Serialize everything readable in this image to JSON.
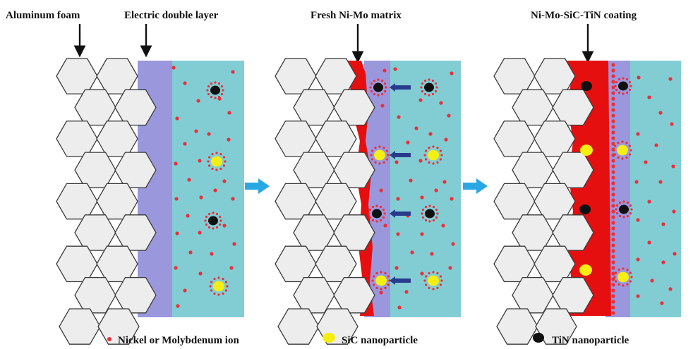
{
  "labels": {
    "aluminum_foam": "Aluminum foam",
    "electric_double_layer": "Electric double layer",
    "fresh_matrix": "Fresh Ni-Mo matrix",
    "coating": "Ni-Mo-SiC-TiN coating"
  },
  "legend": {
    "ion": "Nickel or Molybdenum ion",
    "sic": "SiC  nanoparticle",
    "tin": "TiN  nanoparticle"
  },
  "colors": {
    "foam_fill": "#ededed",
    "double_layer": "#9b97dd",
    "electrolyte": "#82cdd4",
    "matrix": "#e60f0f",
    "ion": "#e8303a",
    "sic": "#f5ee12",
    "tin": "#101010",
    "process_arrow": "#2aa8e6",
    "migration_arrow": "#283a8c"
  }
}
